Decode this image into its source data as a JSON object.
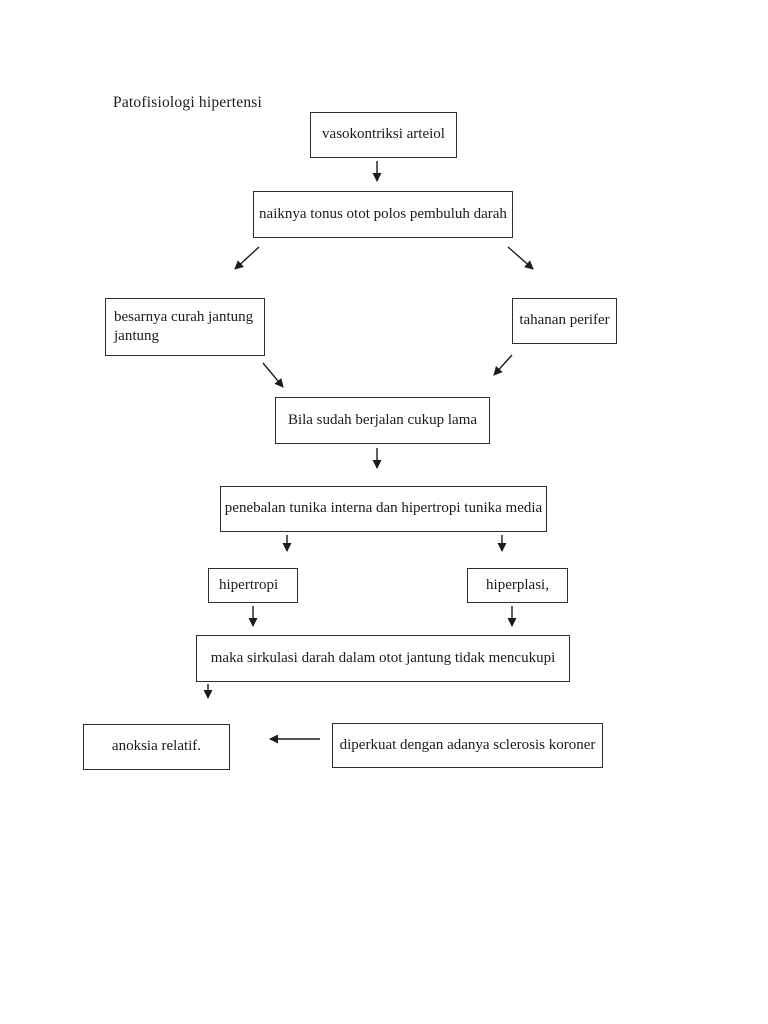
{
  "page": {
    "title": "Patofisiologi hipertensi"
  },
  "diagram": {
    "type": "flowchart",
    "nodes": {
      "vasokontriksi": {
        "label": "vasokontriksi arteiol"
      },
      "tonus": {
        "label": "naiknya tonus otot polos pembuluh darah"
      },
      "curah": {
        "label": "besarnya curah jantung jantung"
      },
      "tahanan": {
        "label": "tahanan perifer"
      },
      "berjalan": {
        "label": "Bila sudah berjalan cukup lama"
      },
      "penebalan": {
        "label": "penebalan tunika interna dan hipertropi tunika media"
      },
      "hipertropi": {
        "label": "hipertropi"
      },
      "hiperplasi": {
        "label": "hiperplasi,"
      },
      "sirkulasi": {
        "label": "maka sirkulasi darah dalam otot jantung tidak mencukupi"
      },
      "anoksia": {
        "label": "anoksia relatif."
      },
      "diperkuat": {
        "label": "diperkuat dengan adanya sclerosis koroner"
      }
    },
    "edges": [
      {
        "from": "vasokontriksi",
        "to": "tonus"
      },
      {
        "from": "tonus",
        "to": "curah"
      },
      {
        "from": "tonus",
        "to": "tahanan"
      },
      {
        "from": "curah",
        "to": "berjalan"
      },
      {
        "from": "tahanan",
        "to": "berjalan"
      },
      {
        "from": "berjalan",
        "to": "penebalan"
      },
      {
        "from": "penebalan",
        "to": "hipertropi"
      },
      {
        "from": "penebalan",
        "to": "hiperplasi"
      },
      {
        "from": "hipertropi",
        "to": "sirkulasi"
      },
      {
        "from": "hiperplasi",
        "to": "sirkulasi"
      },
      {
        "from": "sirkulasi",
        "to": "anoksia"
      },
      {
        "from": "diperkuat",
        "to": "anoksia"
      }
    ],
    "colors": {
      "background": "#ffffff",
      "box_border": "#2e2e2e",
      "text": "#1c1c1c"
    }
  }
}
